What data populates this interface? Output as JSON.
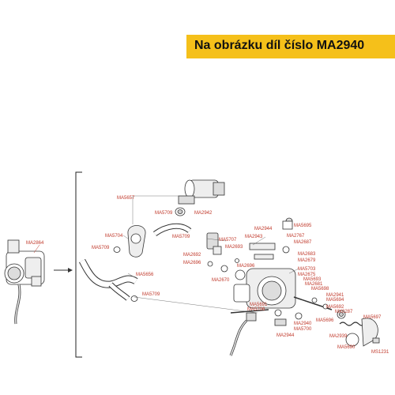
{
  "banner": {
    "text": "Na obrázku díl číslo MA2940",
    "color": "#f5c01a"
  },
  "diagram": {
    "label_color": "#c0392b",
    "left_part_label": "MA2864",
    "part_labels": [
      "MA5657",
      "MA5709",
      "MA2942",
      "MA5704",
      "MA5709",
      "MA5709",
      "MA5656",
      "MA5709",
      "MA5707",
      "MA2943",
      "MA2692",
      "MA2693",
      "MA2696",
      "MA2696",
      "MA2670",
      "MA2944",
      "MA2767",
      "MA2687",
      "MA5695",
      "MA2683",
      "MA2679",
      "MA5703",
      "MA2675",
      "MA5693",
      "MA2681",
      "MA5698",
      "MA2941",
      "MA5694",
      "MA5692",
      "MX0287",
      "MA5696",
      "MA5697",
      "MA5691",
      "MA5706",
      "MA2940",
      "MA5700",
      "MA2944",
      "MA2939",
      "MA5690",
      "MS1231"
    ]
  }
}
